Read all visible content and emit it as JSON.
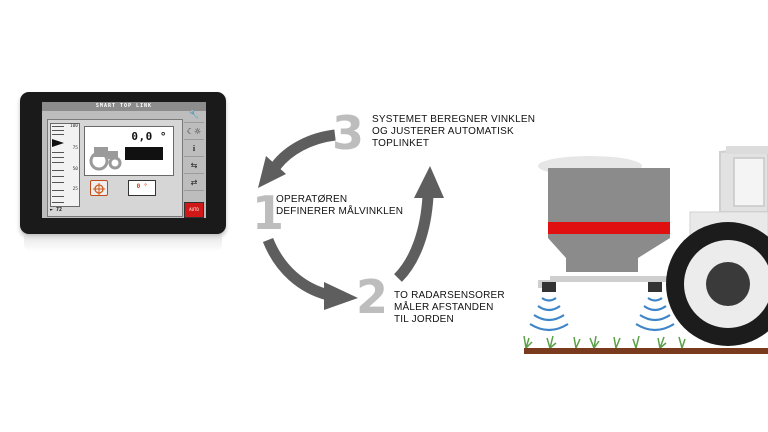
{
  "tablet": {
    "title": "SMART TOP LINK",
    "angle_reading": "0,0 °",
    "target_angle": "0 °",
    "gauge_ticks": [
      "100",
      "75",
      "50",
      "25"
    ],
    "speed_readout": "72",
    "auto_label": "AUTO"
  },
  "steps": [
    {
      "number": "1",
      "text_lines": [
        "OPERATØREN",
        "DEFINERER MÅLVINKLEN"
      ]
    },
    {
      "number": "2",
      "text_lines": [
        "TO RADARSENSORER",
        "MÅLER AFSTANDEN",
        "TIL JORDEN"
      ]
    },
    {
      "number": "3",
      "text_lines": [
        "SYSTEMET BEREGNER VINKLEN",
        "OG JUSTERER AUTOMATISK",
        "TOPLINKET"
      ]
    }
  ],
  "colors": {
    "arrow": "#5e5e5e",
    "step_number": "#bdbdbd",
    "spreader_band": "#e01010",
    "soil": "#7a3a1e",
    "sensor_waves": "#3e86c8"
  }
}
